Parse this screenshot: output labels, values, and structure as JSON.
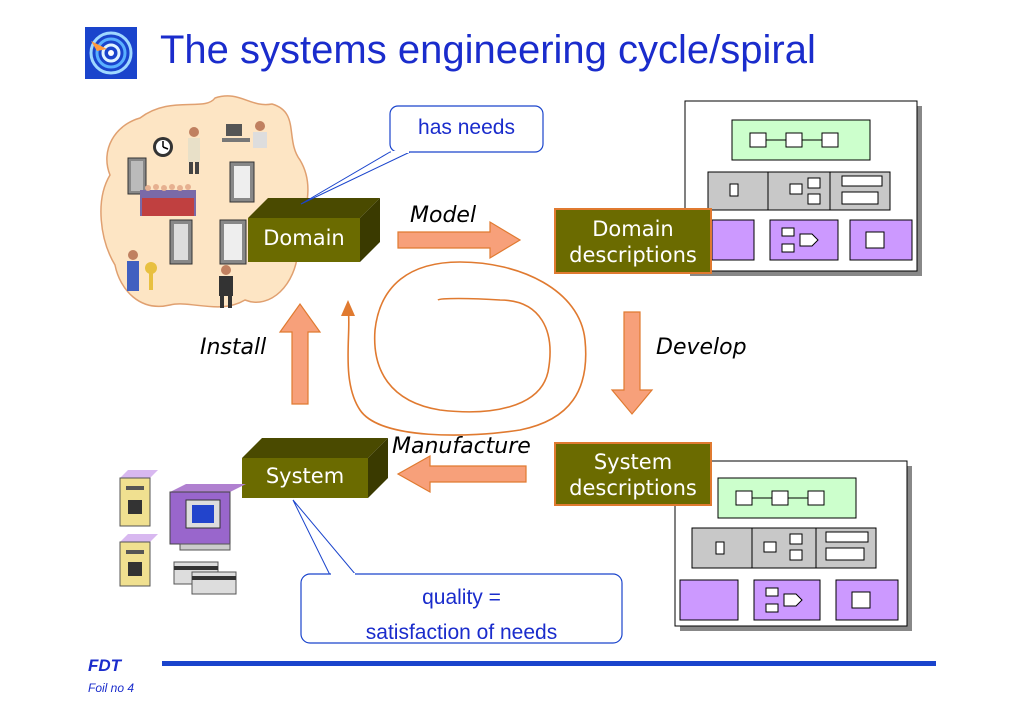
{
  "slide": {
    "title": "The systems engineering cycle/spiral",
    "footer_brand": "FDT",
    "footer_foil": "Foil no 4"
  },
  "diagram": {
    "domain_box": "Domain",
    "system_box": "System",
    "domain_descriptions": [
      "Domain",
      "descriptions"
    ],
    "system_descriptions": [
      "System",
      "descriptions"
    ],
    "callout_needs": "has needs",
    "callout_quality": [
      "quality =",
      "satisfaction of needs"
    ],
    "arrow_labels": {
      "model": "Model",
      "develop": "Develop",
      "manufacture": "Manufacture",
      "install": "Install"
    }
  },
  "colors": {
    "title": "#1a2ccc",
    "box_fill": "#6b6b00",
    "arrow_fill": "#f7a07a",
    "arrow_stroke": "#e07a30",
    "cloud_fill": "#fde5c4",
    "module_green": "#ccffcc",
    "module_purple": "#cc99ff",
    "module_gray": "#c8c8c8"
  },
  "icons": [
    "logo-icon",
    "clock-icon",
    "door-icon",
    "people-group-icon",
    "person-icon",
    "computer-user-icon",
    "key-icon",
    "server-icon",
    "workstation-icon",
    "card-icon"
  ]
}
